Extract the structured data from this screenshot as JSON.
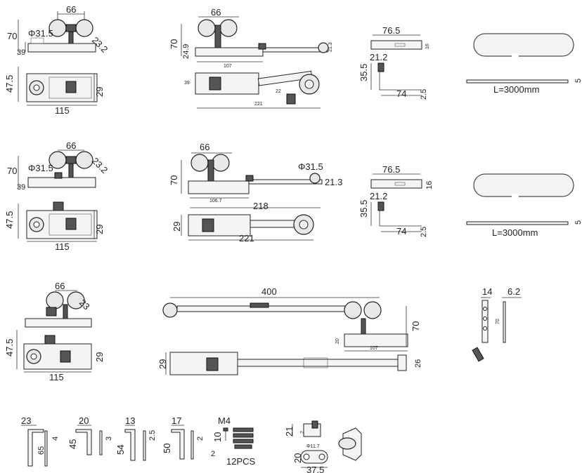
{
  "row1": {
    "item1": {
      "w": "66",
      "h": "70",
      "h2": "39",
      "dia": "Φ31.5",
      "r": "23.2",
      "h3": "47.5",
      "depth": "29",
      "len": "115"
    },
    "item2": {
      "w": "66",
      "h": "70",
      "h2": "24.9",
      "side": "21.3",
      "len1": "107",
      "depth": "39",
      "small": "22",
      "len2": "221"
    },
    "item3": {
      "w": "76.5",
      "t": "16",
      "h1": "21.2",
      "h2": "35.5",
      "base": "74",
      "t2": "2.5"
    },
    "item4": {
      "len": "L=3000mm",
      "t": "5"
    }
  },
  "row2": {
    "item1": {
      "w": "66",
      "h": "70",
      "h2": "39",
      "dia": "Φ31.5",
      "r": "23.2",
      "h3": "47.5",
      "depth": "29",
      "len": "115"
    },
    "item2": {
      "w": "66",
      "h": "70",
      "dia": "Φ31.5",
      "side": "21.3",
      "len1": "106.7",
      "len2": "218",
      "depth": "29",
      "len3": "221"
    },
    "item3": {
      "w": "76.5",
      "t": "16",
      "h1": "21.2",
      "h2": "35.5",
      "base": "74",
      "t2": "2.5"
    },
    "item4": {
      "len": "L=3000mm",
      "t": "5"
    }
  },
  "row3": {
    "item1": {
      "w": "66",
      "r": "23",
      "h": "47.5",
      "depth": "29",
      "len": "115"
    },
    "item2": {
      "len": "400",
      "h": "70",
      "h2": "20",
      "len2": "107",
      "depth": "29",
      "t": "26"
    },
    "item3": {
      "w": "14",
      "t": "6.2",
      "h": "70"
    }
  },
  "row4": {
    "b1": {
      "w": "23",
      "h": "65",
      "t": "4"
    },
    "b2": {
      "w": "20",
      "h": "45",
      "t": "3"
    },
    "b3": {
      "w": "13",
      "h": "54",
      "t": "2.5"
    },
    "b4": {
      "w": "17",
      "h": "50",
      "t": "2"
    },
    "screws": {
      "label": "M4",
      "h": "10",
      "h2": "2",
      "qty": "12PCS"
    },
    "stopper": {
      "h": "21",
      "t": "2",
      "dia": "Φ11.7",
      "h2": "20",
      "len": "37.5"
    }
  }
}
